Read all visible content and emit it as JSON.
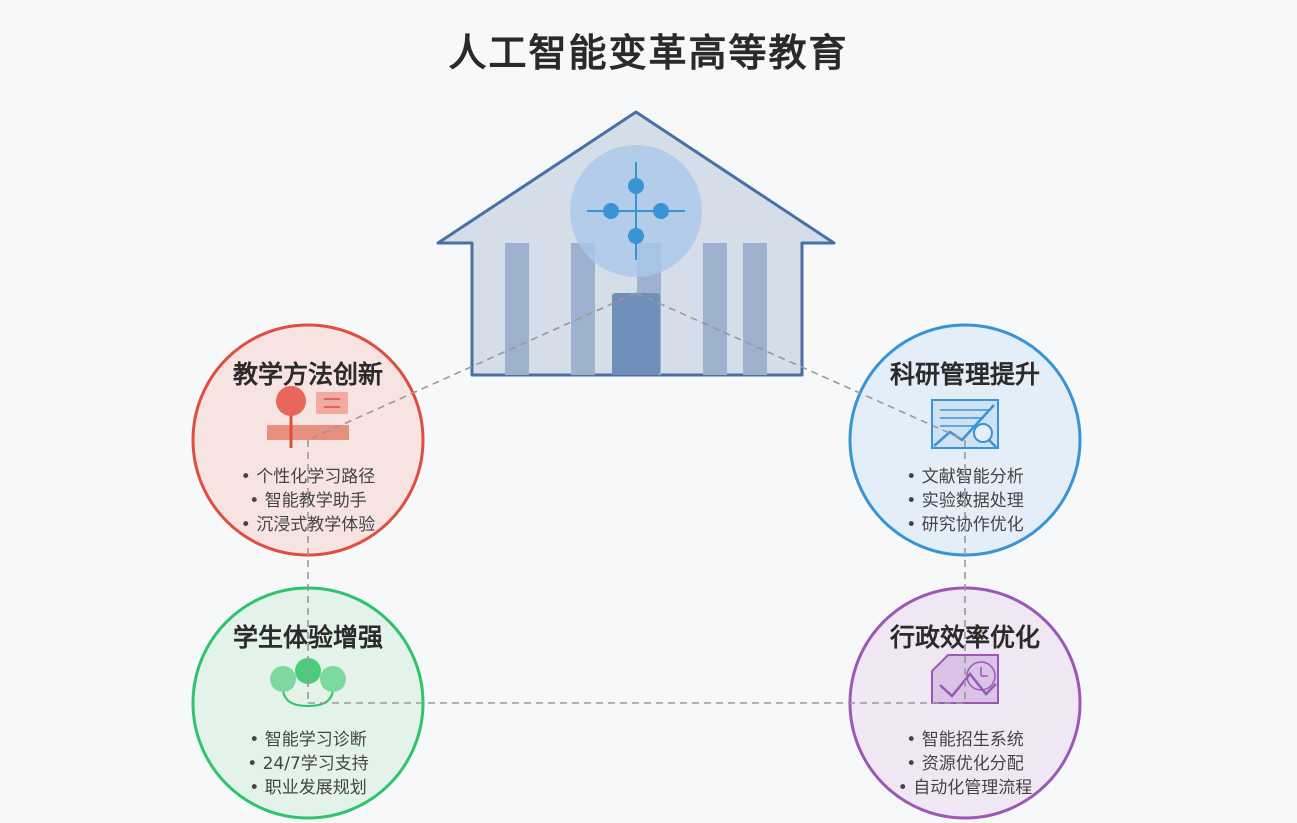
{
  "title": "人工智能变革高等教育",
  "nodes": {
    "teaching": {
      "title": "教学方法创新",
      "items": [
        "• 个性化学习路径",
        "• 智能教学助手",
        "• 沉浸式教学体验"
      ],
      "stroke": "#e04e3f",
      "fill": "#f7e4e2"
    },
    "research": {
      "title": "科研管理提升",
      "items": [
        "• 文献智能分析",
        "• 实验数据处理",
        "• 研究协作优化"
      ],
      "stroke": "#3a93d4",
      "fill": "#e3eef8"
    },
    "student": {
      "title": "学生体验增强",
      "items": [
        "• 智能学习诊断",
        "• 24/7学习支持",
        "• 职业发展规划"
      ],
      "stroke": "#2ec46a",
      "fill": "#e4f3ea"
    },
    "admin": {
      "title": "行政效率优化",
      "items": [
        "• 智能招生系统",
        "• 资源优化分配",
        "• 自动化管理流程"
      ],
      "stroke": "#9b59b6",
      "fill": "#efe7f3"
    }
  },
  "colors": {
    "building_stroke": "#4a6fa5",
    "building_fill": "#d5dde9",
    "column_fill": "#9eb2cf",
    "ai_circle": "#a9c8e8",
    "ai_dot": "#3a93d4",
    "connector": "#999999"
  }
}
